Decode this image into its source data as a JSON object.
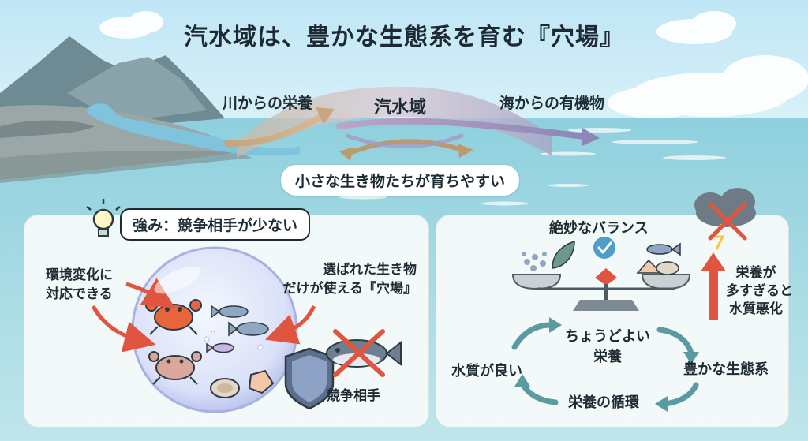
{
  "title": "汽水域は、豊かな生態系を育む『穴場』",
  "top": {
    "river_label": "川からの栄養",
    "estuary_label": "汽水域",
    "sea_label": "海からの有機物",
    "growth_label": "小さな生き物たちが育ちやすい"
  },
  "left_panel": {
    "bubble": "強み：競争相手が少ない",
    "adapt_line1": "環境変化に",
    "adapt_line2": "対応できる",
    "chosen_line1": "選ばれた生き物",
    "chosen_line2": "だけが使える『穴場』",
    "competitor": "競争相手"
  },
  "right_panel": {
    "balance_label": "絶妙なバランス",
    "warn_line1": "栄養が",
    "warn_line2": "多すぎると",
    "warn_line3": "水質悪化",
    "cycle_center_line1": "ちょうどよい",
    "cycle_center_line2": "栄養",
    "cycle_right": "豊かな生態系",
    "cycle_bottom": "栄養の循環",
    "cycle_left": "水質が良い"
  },
  "colors": {
    "arrow_red": "#e0553f",
    "cycle_teal": "#5a9aa0",
    "shield": "#5c6f8f",
    "river": "#7fc3dc"
  }
}
